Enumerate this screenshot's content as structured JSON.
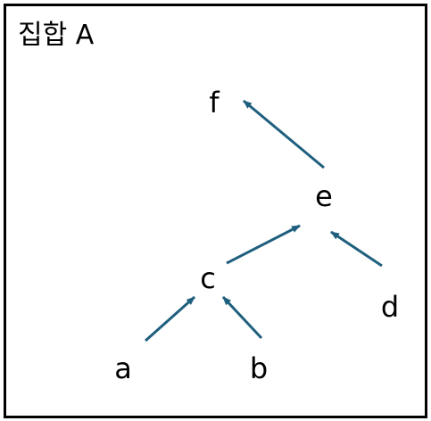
{
  "title": "집합 A",
  "colors": {
    "arrow": "#1f5f7e",
    "text": "#000000",
    "border": "#000000"
  },
  "nodes": {
    "a": "a",
    "b": "b",
    "c": "c",
    "d": "d",
    "e": "e",
    "f": "f"
  },
  "edges": [
    {
      "from": "a",
      "to": "c"
    },
    {
      "from": "b",
      "to": "c"
    },
    {
      "from": "c",
      "to": "e"
    },
    {
      "from": "d",
      "to": "e"
    },
    {
      "from": "e",
      "to": "f"
    }
  ]
}
